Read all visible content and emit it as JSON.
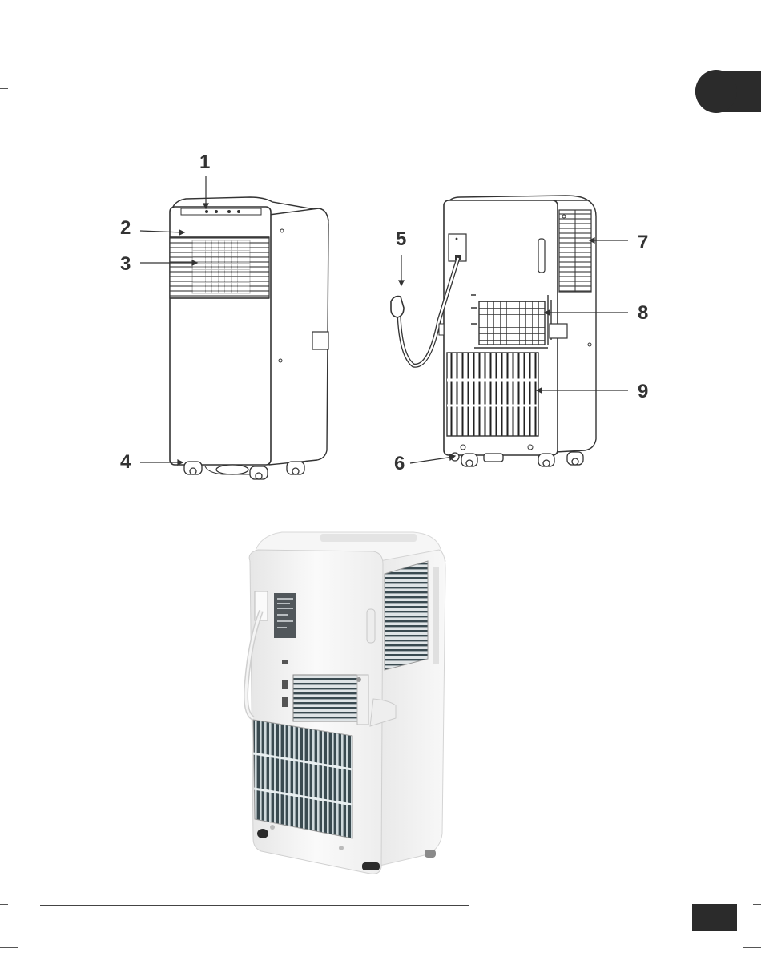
{
  "callouts": {
    "c1": "1",
    "c2": "2",
    "c3": "3",
    "c4": "4",
    "c5": "5",
    "c6": "6",
    "c7": "7",
    "c8": "8",
    "c9": "9"
  },
  "colors": {
    "ink": "#333333",
    "tab": "#2b2b2b",
    "unit_white": "#f4f4f4",
    "grille_dark": "#3a4a50"
  },
  "icons": {
    "section_marker": "black-rounded-tab",
    "page_marker": "black-rectangle-tab"
  }
}
